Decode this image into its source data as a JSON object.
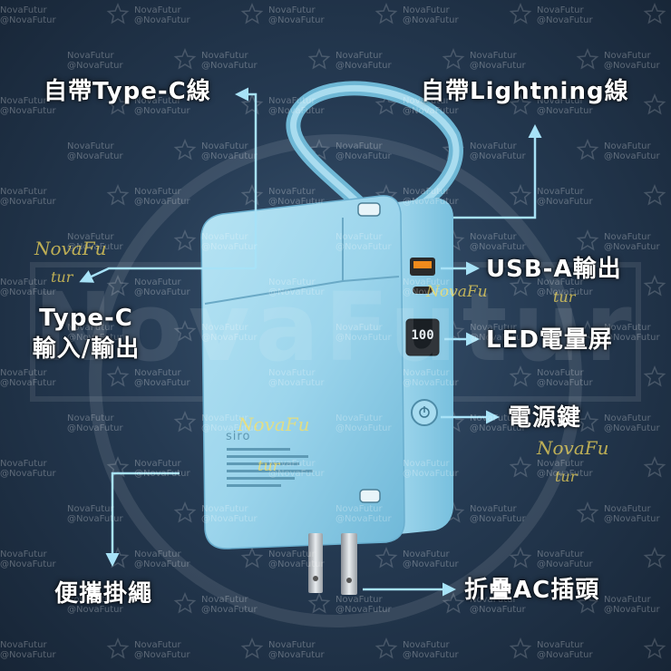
{
  "labels": {
    "typec_cable": "自帶Type-C線",
    "lightning_cable": "自帶Lightning線",
    "usba_output": "USB-A輸出",
    "typec_io_line1": "Type-C",
    "typec_io_line2": "輸入/輸出",
    "led_display": "LED電量屏",
    "power_button": "電源鍵",
    "lanyard": "便攜掛繩",
    "ac_plug": "折疊AC插頭"
  },
  "device": {
    "display_value": "100",
    "brand_print": "siro"
  },
  "watermark": {
    "brand": "NovaFutur",
    "handle": "@NovaFutur",
    "big_text": "NovaFutur",
    "script_top": "NovaFu",
    "script_bottom": "tur"
  },
  "colors": {
    "background": "#1e3045",
    "device_body": "#9fd6ec",
    "accent_arrow": "#9fdcf2",
    "usb_port": "#f08a1c"
  }
}
